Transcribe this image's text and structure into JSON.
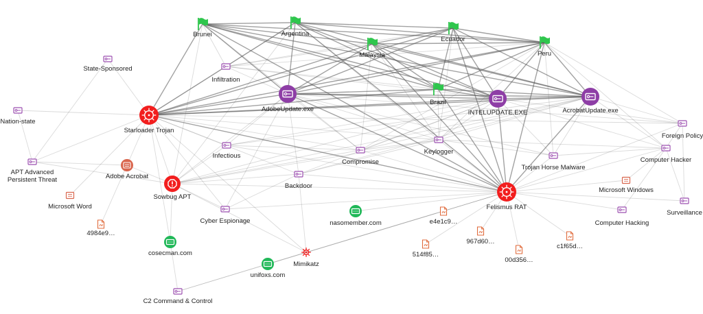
{
  "nodes": [
    {
      "id": "brunei",
      "label": "Brunei",
      "type": "country-flag"
    },
    {
      "id": "argentina",
      "label": "Argentina",
      "type": "country-flag"
    },
    {
      "id": "malaysia",
      "label": "Malaysia",
      "type": "country-flag"
    },
    {
      "id": "ecuador",
      "label": "Ecuador",
      "type": "country-flag"
    },
    {
      "id": "peru",
      "label": "Peru",
      "type": "country-flag"
    },
    {
      "id": "brazil",
      "label": "Brazil",
      "type": "country-flag"
    },
    {
      "id": "state_sponsored",
      "label": "State-Sponsored",
      "type": "tag"
    },
    {
      "id": "infiltration",
      "label": "Infiltration",
      "type": "tag"
    },
    {
      "id": "nation_state",
      "label": "Nation-state",
      "type": "tag"
    },
    {
      "id": "apt",
      "label": "APT Advanced\nPersistent Threat",
      "type": "tag"
    },
    {
      "id": "infectious",
      "label": "Infectious",
      "type": "tag"
    },
    {
      "id": "compromise",
      "label": "Compromise",
      "type": "tag"
    },
    {
      "id": "keylogger",
      "label": "Keylogger",
      "type": "tag"
    },
    {
      "id": "backdoor",
      "label": "Backdoor",
      "type": "tag"
    },
    {
      "id": "cyber_espionage",
      "label": "Cyber Espionage",
      "type": "tag"
    },
    {
      "id": "trojan_horse",
      "label": "Trojan Horse Malware",
      "type": "tag"
    },
    {
      "id": "foreign_policy",
      "label": "Foreign Policy",
      "type": "tag"
    },
    {
      "id": "computer_hacker",
      "label": "Computer Hacker",
      "type": "tag"
    },
    {
      "id": "surveillance",
      "label": "Surveillance",
      "type": "tag"
    },
    {
      "id": "computer_hacking",
      "label": "Computer Hacking",
      "type": "tag"
    },
    {
      "id": "c2",
      "label": "C2 Command & Control",
      "type": "tag"
    },
    {
      "id": "adobeupdate",
      "label": "AdobeUpdate.exe",
      "type": "tool"
    },
    {
      "id": "intelupdate",
      "label": "INTELUPDATE.EXE",
      "type": "tool"
    },
    {
      "id": "acrobatupdate",
      "label": "AcrobatUpdate.exe",
      "type": "tool"
    },
    {
      "id": "starloader",
      "label": "Starloader Trojan",
      "type": "malware"
    },
    {
      "id": "felismus",
      "label": "Felismus RAT",
      "type": "malware"
    },
    {
      "id": "mimikatz",
      "label": "Mimikatz",
      "type": "malware-small"
    },
    {
      "id": "sowbug",
      "label": "Sowbug APT",
      "type": "threat-actor"
    },
    {
      "id": "adobe_acrobat",
      "label": "Adobe Acrobat",
      "type": "software"
    },
    {
      "id": "ms_word",
      "label": "Microsoft Word",
      "type": "software-small"
    },
    {
      "id": "ms_windows",
      "label": "Microsoft Windows",
      "type": "software-small"
    },
    {
      "id": "nasomember",
      "label": "nasomember.com",
      "type": "domain"
    },
    {
      "id": "cosecman",
      "label": "cosecman.com",
      "type": "domain"
    },
    {
      "id": "unifoxs",
      "label": "unifoxs.com",
      "type": "domain"
    },
    {
      "id": "h4984",
      "label": "4984e9…",
      "type": "file"
    },
    {
      "id": "he4e1",
      "label": "e4e1c9…",
      "type": "file"
    },
    {
      "id": "h967d",
      "label": "967d60…",
      "type": "file"
    },
    {
      "id": "hc1f6",
      "label": "c1f65d…",
      "type": "file"
    },
    {
      "id": "h514f",
      "label": "514f85…",
      "type": "file"
    },
    {
      "id": "h00d3",
      "label": "00d356…",
      "type": "file"
    }
  ],
  "edges": [
    [
      "brunei",
      "starloader"
    ],
    [
      "brunei",
      "adobeupdate"
    ],
    [
      "brunei",
      "infiltration"
    ],
    [
      "brunei",
      "intelupdate"
    ],
    [
      "brunei",
      "acrobatupdate"
    ],
    [
      "brunei",
      "malaysia"
    ],
    [
      "brunei",
      "argentina"
    ],
    [
      "brunei",
      "brazil"
    ],
    [
      "brunei",
      "sowbug"
    ],
    [
      "brunei",
      "compromise"
    ],
    [
      "brunei",
      "felismus"
    ],
    [
      "brunei",
      "peru"
    ],
    [
      "argentina",
      "starloader"
    ],
    [
      "argentina",
      "adobeupdate"
    ],
    [
      "argentina",
      "intelupdate"
    ],
    [
      "argentina",
      "acrobatupdate"
    ],
    [
      "argentina",
      "infiltration"
    ],
    [
      "argentina",
      "brazil"
    ],
    [
      "argentina",
      "ecuador"
    ],
    [
      "argentina",
      "peru"
    ],
    [
      "argentina",
      "keylogger"
    ],
    [
      "argentina",
      "felismus"
    ],
    [
      "argentina",
      "sowbug"
    ],
    [
      "malaysia",
      "starloader"
    ],
    [
      "malaysia",
      "adobeupdate"
    ],
    [
      "malaysia",
      "intelupdate"
    ],
    [
      "malaysia",
      "acrobatupdate"
    ],
    [
      "malaysia",
      "brazil"
    ],
    [
      "malaysia",
      "felismus"
    ],
    [
      "malaysia",
      "compromise"
    ],
    [
      "malaysia",
      "keylogger"
    ],
    [
      "malaysia",
      "peru"
    ],
    [
      "malaysia",
      "ecuador"
    ],
    [
      "malaysia",
      "infiltration"
    ],
    [
      "ecuador",
      "starloader"
    ],
    [
      "ecuador",
      "adobeupdate"
    ],
    [
      "ecuador",
      "intelupdate"
    ],
    [
      "ecuador",
      "acrobatupdate"
    ],
    [
      "ecuador",
      "brazil"
    ],
    [
      "ecuador",
      "felismus"
    ],
    [
      "ecuador",
      "keylogger"
    ],
    [
      "ecuador",
      "peru"
    ],
    [
      "ecuador",
      "infiltration"
    ],
    [
      "peru",
      "starloader"
    ],
    [
      "peru",
      "adobeupdate"
    ],
    [
      "peru",
      "intelupdate"
    ],
    [
      "peru",
      "acrobatupdate"
    ],
    [
      "peru",
      "brazil"
    ],
    [
      "peru",
      "felismus"
    ],
    [
      "peru",
      "keylogger"
    ],
    [
      "peru",
      "compromise"
    ],
    [
      "peru",
      "foreign_policy"
    ],
    [
      "peru",
      "computer_hacker"
    ],
    [
      "peru",
      "trojan_horse"
    ],
    [
      "peru",
      "infiltration"
    ],
    [
      "brazil",
      "starloader"
    ],
    [
      "brazil",
      "adobeupdate"
    ],
    [
      "brazil",
      "intelupdate"
    ],
    [
      "brazil",
      "acrobatupdate"
    ],
    [
      "brazil",
      "felismus"
    ],
    [
      "brazil",
      "keylogger"
    ],
    [
      "brazil",
      "infiltration"
    ],
    [
      "state_sponsored",
      "starloader"
    ],
    [
      "state_sponsored",
      "apt"
    ],
    [
      "nation_state",
      "starloader"
    ],
    [
      "nation_state",
      "apt"
    ],
    [
      "infiltration",
      "starloader"
    ],
    [
      "infiltration",
      "adobeupdate"
    ],
    [
      "infiltration",
      "intelupdate"
    ],
    [
      "starloader",
      "adobeupdate"
    ],
    [
      "starloader",
      "intelupdate"
    ],
    [
      "starloader",
      "acrobatupdate"
    ],
    [
      "starloader",
      "sowbug"
    ],
    [
      "starloader",
      "infectious"
    ],
    [
      "starloader",
      "compromise"
    ],
    [
      "starloader",
      "keylogger"
    ],
    [
      "starloader",
      "backdoor"
    ],
    [
      "starloader",
      "cyber_espionage"
    ],
    [
      "starloader",
      "apt"
    ],
    [
      "starloader",
      "adobe_acrobat"
    ],
    [
      "starloader",
      "ms_word"
    ],
    [
      "starloader",
      "mimikatz"
    ],
    [
      "starloader",
      "felismus"
    ],
    [
      "starloader",
      "cosecman"
    ],
    [
      "starloader",
      "foreign_policy"
    ],
    [
      "adobeupdate",
      "sowbug"
    ],
    [
      "adobeupdate",
      "infectious"
    ],
    [
      "adobeupdate",
      "compromise"
    ],
    [
      "adobeupdate",
      "backdoor"
    ],
    [
      "adobeupdate",
      "cyber_espionage"
    ],
    [
      "adobeupdate",
      "keylogger"
    ],
    [
      "adobeupdate",
      "felismus"
    ],
    [
      "adobeupdate",
      "acrobatupdate"
    ],
    [
      "adobeupdate",
      "intelupdate"
    ],
    [
      "adobeupdate",
      "foreign_policy"
    ],
    [
      "adobeupdate",
      "trojan_horse"
    ],
    [
      "intelupdate",
      "sowbug"
    ],
    [
      "intelupdate",
      "keylogger"
    ],
    [
      "intelupdate",
      "compromise"
    ],
    [
      "intelupdate",
      "backdoor"
    ],
    [
      "intelupdate",
      "felismus"
    ],
    [
      "intelupdate",
      "acrobatupdate"
    ],
    [
      "intelupdate",
      "trojan_horse"
    ],
    [
      "intelupdate",
      "computer_hacker"
    ],
    [
      "intelupdate",
      "foreign_policy"
    ],
    [
      "intelupdate",
      "infectious"
    ],
    [
      "acrobatupdate",
      "sowbug"
    ],
    [
      "acrobatupdate",
      "keylogger"
    ],
    [
      "acrobatupdate",
      "compromise"
    ],
    [
      "acrobatupdate",
      "backdoor"
    ],
    [
      "acrobatupdate",
      "felismus"
    ],
    [
      "acrobatupdate",
      "foreign_policy"
    ],
    [
      "acrobatupdate",
      "computer_hacker"
    ],
    [
      "acrobatupdate",
      "trojan_horse"
    ],
    [
      "acrobatupdate",
      "infectious"
    ],
    [
      "sowbug",
      "apt"
    ],
    [
      "sowbug",
      "adobe_acrobat"
    ],
    [
      "sowbug",
      "infectious"
    ],
    [
      "sowbug",
      "backdoor"
    ],
    [
      "sowbug",
      "cyber_espionage"
    ],
    [
      "sowbug",
      "compromise"
    ],
    [
      "sowbug",
      "keylogger"
    ],
    [
      "sowbug",
      "felismus"
    ],
    [
      "sowbug",
      "mimikatz"
    ],
    [
      "sowbug",
      "cosecman"
    ],
    [
      "felismus",
      "keylogger"
    ],
    [
      "felismus",
      "compromise"
    ],
    [
      "felismus",
      "backdoor"
    ],
    [
      "felismus",
      "cyber_espionage"
    ],
    [
      "felismus",
      "infectious"
    ],
    [
      "felismus",
      "trojan_horse"
    ],
    [
      "felismus",
      "computer_hacker"
    ],
    [
      "felismus",
      "foreign_policy"
    ],
    [
      "felismus",
      "surveillance"
    ],
    [
      "felismus",
      "computer_hacking"
    ],
    [
      "felismus",
      "ms_windows"
    ],
    [
      "felismus",
      "he4e1"
    ],
    [
      "felismus",
      "h967d"
    ],
    [
      "felismus",
      "hc1f6"
    ],
    [
      "felismus",
      "h514f"
    ],
    [
      "felismus",
      "h00d3"
    ],
    [
      "felismus",
      "nasomember"
    ],
    [
      "felismus",
      "unifoxs"
    ],
    [
      "felismus",
      "c2"
    ],
    [
      "backdoor",
      "mimikatz"
    ],
    [
      "backdoor",
      "cyber_espionage"
    ],
    [
      "backdoor",
      "keylogger"
    ],
    [
      "compromise",
      "keylogger"
    ],
    [
      "infectious",
      "compromise"
    ],
    [
      "adobe_acrobat",
      "h4984"
    ],
    [
      "adobe_acrobat",
      "apt"
    ],
    [
      "computer_hacker",
      "surveillance"
    ],
    [
      "computer_hacker",
      "computer_hacking"
    ],
    [
      "computer_hacker",
      "foreign_policy"
    ],
    [
      "foreign_policy",
      "surveillance"
    ],
    [
      "trojan_horse",
      "computer_hacker"
    ],
    [
      "ms_windows",
      "computer_hacker"
    ],
    [
      "mimikatz",
      "unifoxs"
    ],
    [
      "mimikatz",
      "he4e1"
    ],
    [
      "cosecman",
      "c2"
    ],
    [
      "unifoxs",
      "c2"
    ],
    [
      "keylogger",
      "trojan_horse"
    ],
    [
      "keylogger",
      "computer_hacker"
    ]
  ],
  "colors": {
    "flag": "#2fc64d",
    "tag": "#9c4fb0",
    "tool": "#8e3ea6",
    "malware": "#f21e1e",
    "software": "#d9664e",
    "domain": "#20b858",
    "file": "#e06a3b",
    "edge": "#555555"
  }
}
